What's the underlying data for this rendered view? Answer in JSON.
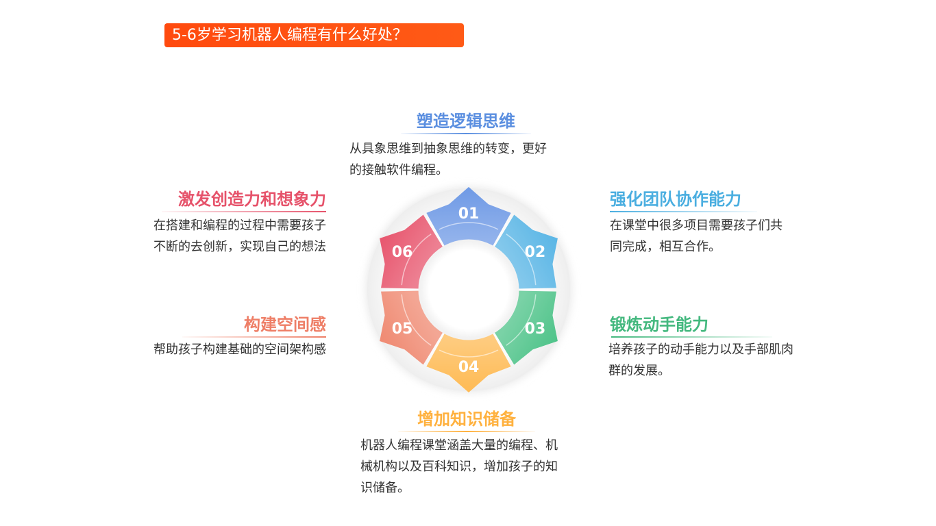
{
  "title": "5-6岁学习机器人编程有什么好处？",
  "colors": {
    "title_bg": "#ff4e10",
    "seg1": "#6f9ae6",
    "seg2": "#5ab6e6",
    "seg3": "#4fc48a",
    "seg4": "#ffbb55",
    "seg5": "#f08a72",
    "seg6": "#e8566e"
  },
  "segments": [
    {
      "num": "01"
    },
    {
      "num": "02"
    },
    {
      "num": "03"
    },
    {
      "num": "04"
    },
    {
      "num": "05"
    },
    {
      "num": "06"
    }
  ],
  "items": {
    "logic": {
      "heading": "塑造逻辑思维",
      "desc_lines": [
        "从具象思维到抽象思维的转变，更好",
        "的接触软件编程。"
      ]
    },
    "team": {
      "heading": "强化团队协作能力",
      "desc_lines": [
        "在课堂中很多项目需要孩子们共",
        "同完成，相互合作。"
      ]
    },
    "hands": {
      "heading": "锻炼动手能力",
      "desc_lines": [
        "培养孩子的动手能力以及手部肌肉",
        "群的发展。"
      ]
    },
    "knowledge": {
      "heading": "增加知识储备",
      "desc_lines": [
        "机器人编程课堂涵盖大量的编程、机",
        "械机构以及百科知识，增加孩子的知",
        "识储备。"
      ]
    },
    "space": {
      "heading": "构建空间感",
      "desc_lines": [
        "帮助孩子构建基础的空间架构感"
      ]
    },
    "creativity": {
      "heading": "激发创造力和想象力",
      "desc_lines": [
        "在搭建和编程的过程中需要孩子",
        "不断的去创新，实现自己的想法"
      ]
    }
  }
}
